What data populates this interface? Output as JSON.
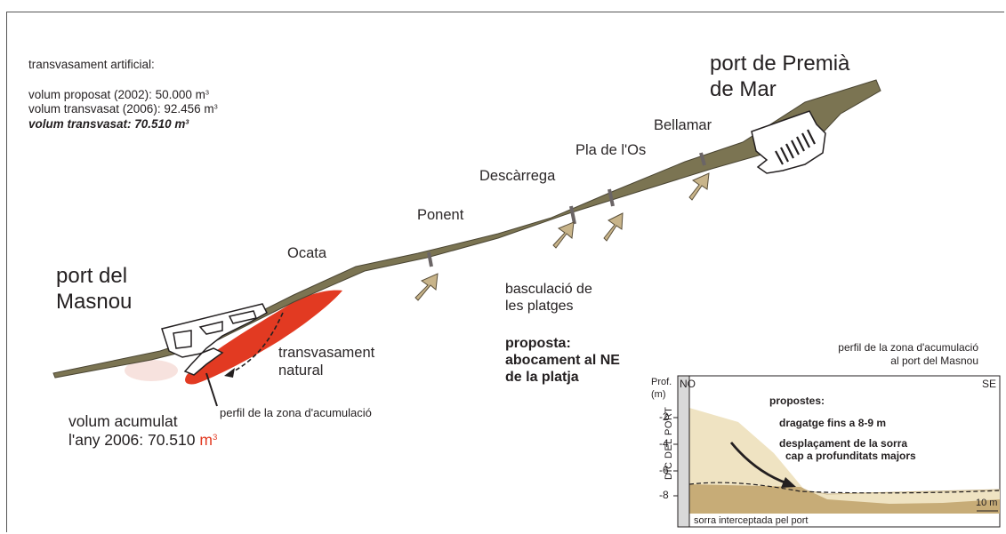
{
  "colors": {
    "coast": "#7b7452",
    "arrow": "#c8b48a",
    "accumulation": "#e23a22",
    "sand_light": "#efe3c2",
    "sand_dark": "#b99a5e"
  },
  "transfer_info": {
    "heading": "transvasament artificial:",
    "proposed": "volum proposat (2002): 50.000 m",
    "transferred": "volum transvasat (2006): 92.456 m",
    "final": "volum transvasat:  70.510 m",
    "unit_exp": "3"
  },
  "ports": {
    "masnou_line1": "port del",
    "masnou_line2": "Masnou",
    "premia_line1": "port de Premià",
    "premia_line2": "de Mar"
  },
  "beaches": [
    "Ocata",
    "Ponent",
    "Descàrrega",
    "Pla de l'Os",
    "Bellamar"
  ],
  "labels": {
    "natural_line1": "transvasament",
    "natural_line2": "natural",
    "profile_zone": "perfil de la zona d'acumulació",
    "volume_line1": "volum acumulat",
    "volume_line2": "l'any 2006: 70.510 ",
    "volume_unit": "m",
    "volume_exp": "3",
    "tilt_line1": "basculació de",
    "tilt_line2": "les platges",
    "proposal_line1": "proposta:",
    "proposal_line2": "abocament al NE",
    "proposal_line3": "de la platja"
  },
  "inset": {
    "title_line1": "perfil de la zona d'acumulació",
    "title_line2": "al port del Masnou",
    "depth_label_line1": "Prof.",
    "depth_label_line2": "(m)",
    "dir_left": "NO",
    "dir_right": "SE",
    "wall_label": "DIC DEL PORT",
    "depth_ticks": [
      "-2",
      "-4",
      "-6",
      "-8"
    ],
    "proposals_heading": "propostes:",
    "proposal_1": "dragatge fins a 8-9 m",
    "proposal_2_line1": "desplaçament de la sorra",
    "proposal_2_line2": "cap a profunditats majors",
    "scale": "10 m",
    "caption": "sorra interceptada pel port"
  }
}
